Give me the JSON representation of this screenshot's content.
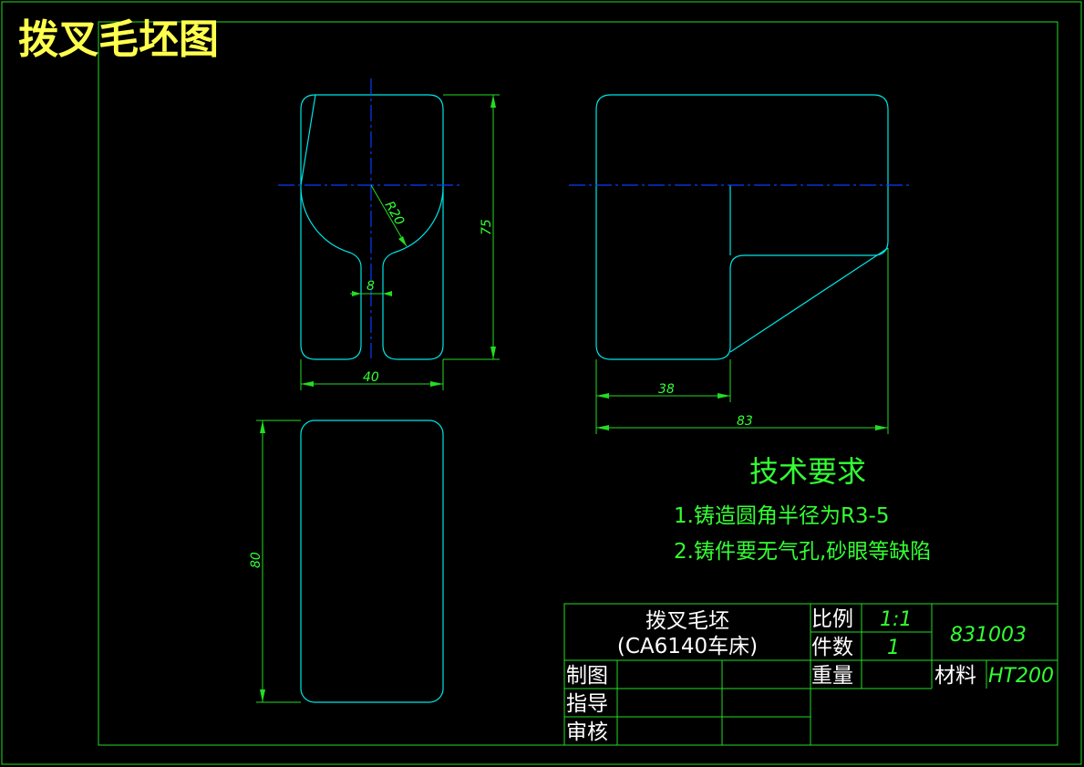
{
  "drawing_title": "拨叉毛坯图",
  "technical_requirements": {
    "title": "技术要求",
    "items": [
      "1.铸造圆角半径为R3-5",
      "2.铸件要无气孔,砂眼等缺陷"
    ]
  },
  "dimensions": {
    "front_radius": "R20",
    "front_height": "75",
    "front_slot": "8",
    "front_width": "40",
    "side_step": "38",
    "side_width": "83",
    "bottom_height": "80"
  },
  "title_block": {
    "part_name": "拨叉毛坯",
    "part_subtitle": "(CA6140车床)",
    "scale_label": "比例",
    "scale_value": "1:1",
    "quantity_label": "件数",
    "quantity_value": "1",
    "weight_label": "重量",
    "material_label": "材料",
    "material_value": "HT200",
    "drawing_number": "831003",
    "drawn_by_label": "制图",
    "instructor_label": "指导",
    "reviewer_label": "审核"
  },
  "colors": {
    "frame": "#22dd22",
    "outline": "#00e5e5",
    "centerline": "#0a3cff",
    "title": "#ffff4d",
    "text": "#33ff33"
  }
}
